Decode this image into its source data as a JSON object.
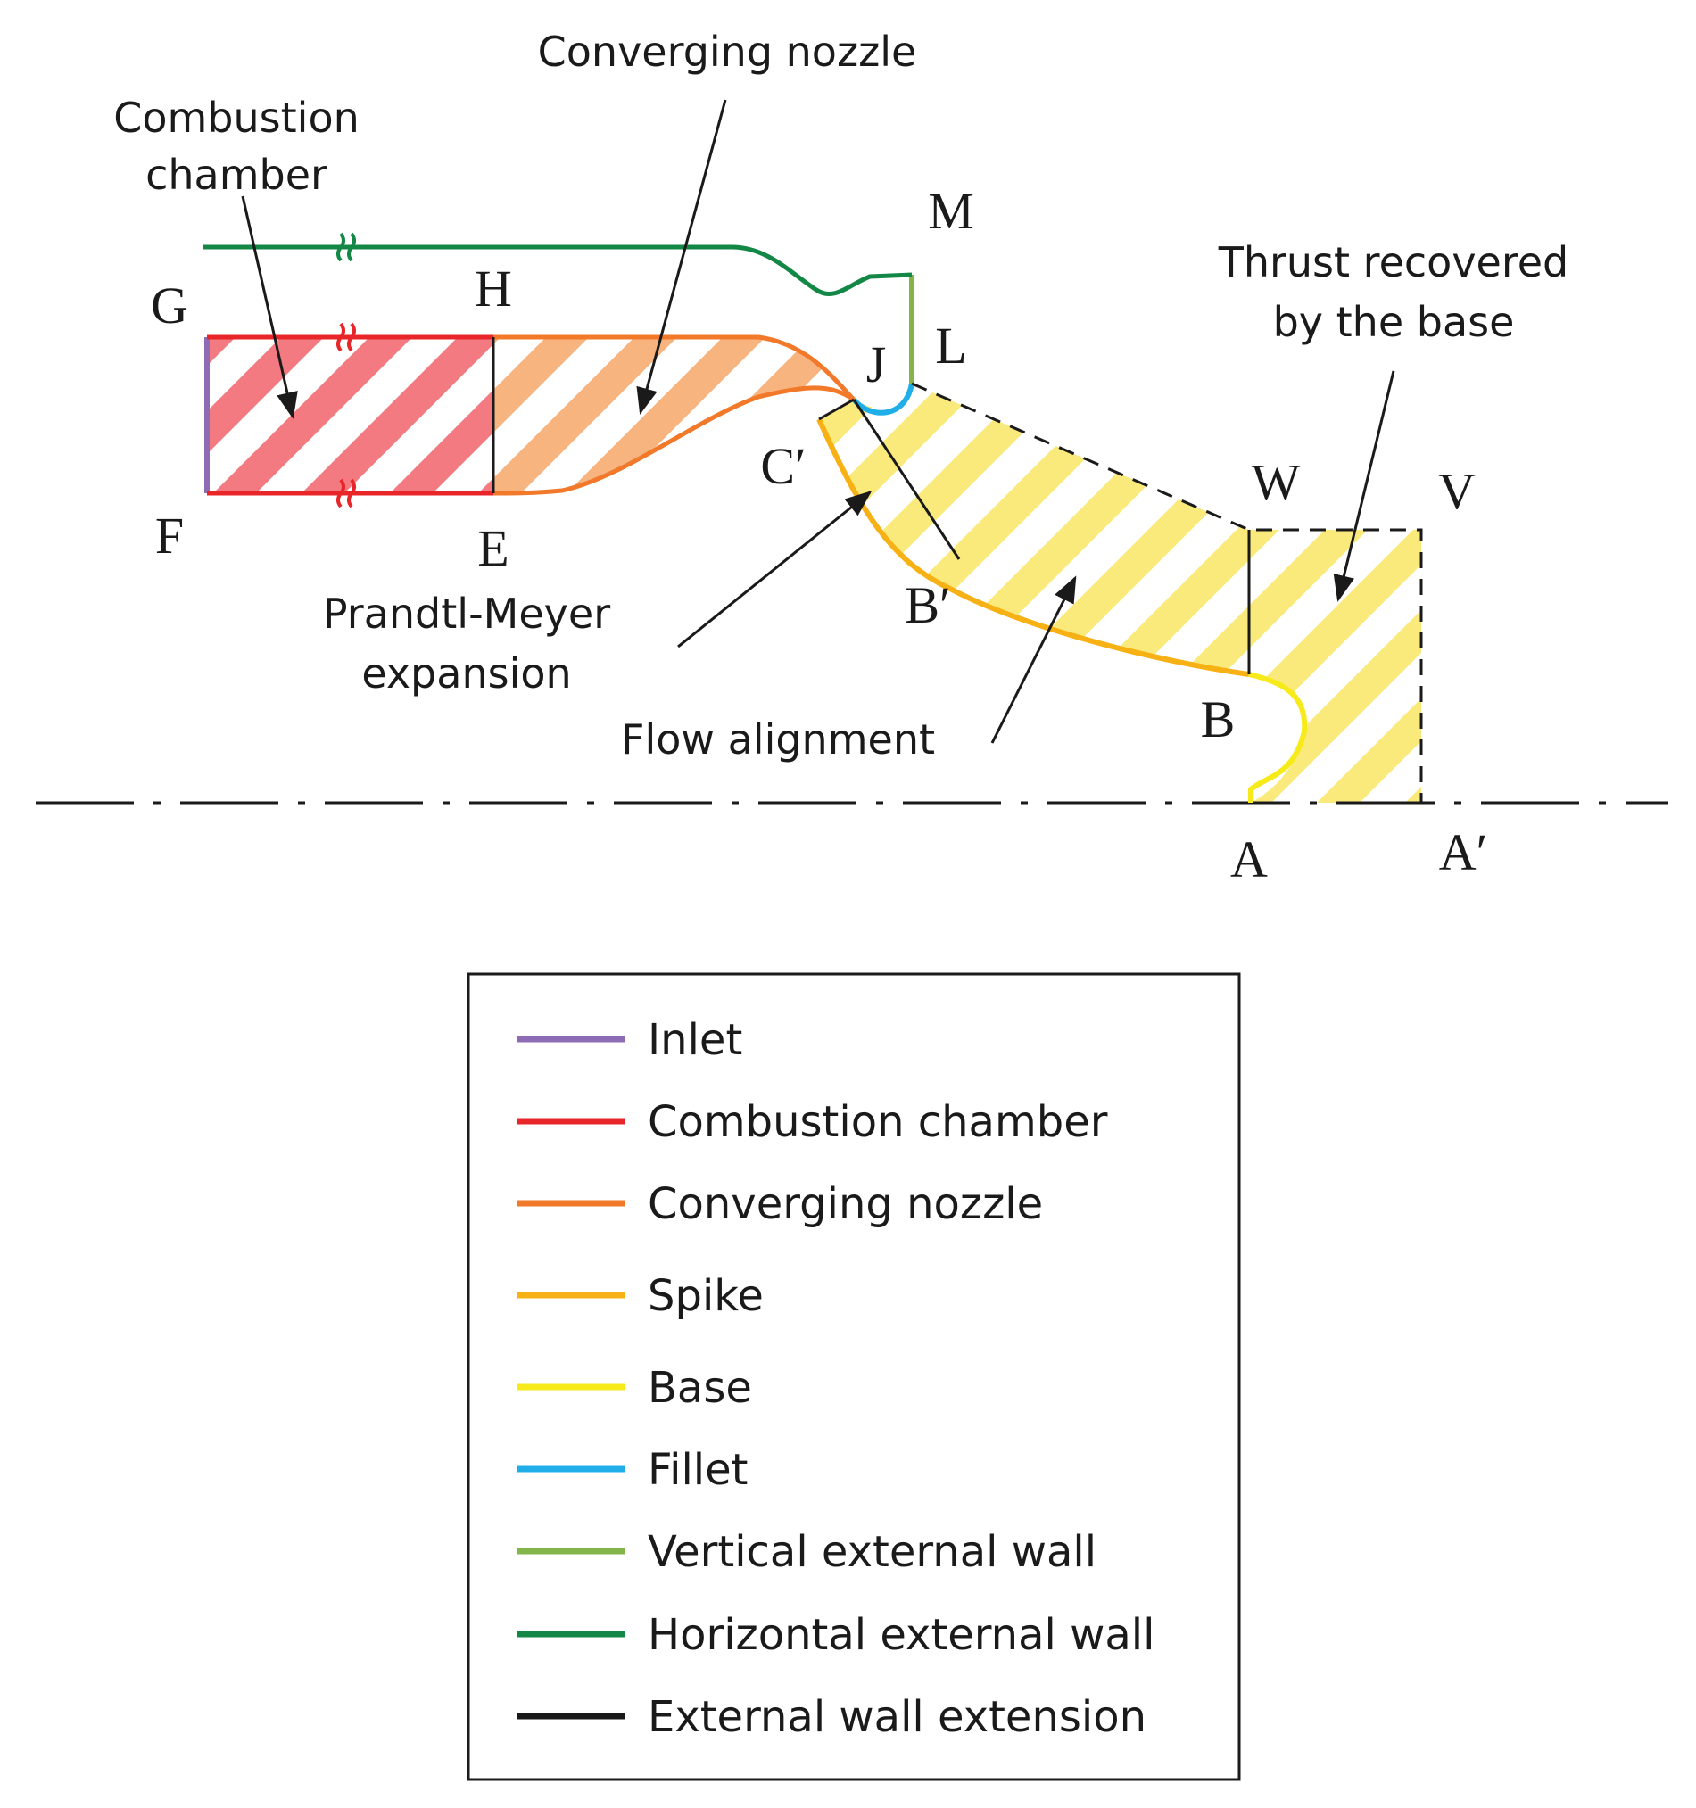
{
  "annotations": {
    "converging_nozzle": "Converging nozzle",
    "combustion_line1": "Combustion",
    "combustion_line2": "chamber",
    "thrust_line1": "Thrust recovered",
    "thrust_line2": "by the base",
    "prandtl_line1": "Prandtl-Meyer",
    "prandtl_line2": "expansion",
    "flow_alignment": "Flow alignment"
  },
  "points": {
    "G": "G",
    "H": "H",
    "M": "M",
    "J": "J",
    "L": "L",
    "C_prime": "C′",
    "W": "W",
    "V": "V",
    "F": "F",
    "E": "E",
    "B_prime": "B′",
    "B": "B",
    "A": "A",
    "A_prime": "A′"
  },
  "colors": {
    "inlet": "#8e6bb5",
    "combustion": "#e8262a",
    "converging": "#f2782a",
    "spike": "#f7b114",
    "base": "#f7ea1a",
    "fillet": "#20aee8",
    "vertical_wall": "#82b64a",
    "horizontal_wall": "#138746",
    "extension": "#1a1a1a",
    "hatch_red": "#f37a80",
    "hatch_orange": "#f7b47f",
    "hatch_yellow": "#faea7c"
  },
  "legend": {
    "items": [
      {
        "label": "Inlet",
        "color": "#8e6bb5"
      },
      {
        "label": "Combustion chamber",
        "color": "#e8262a"
      },
      {
        "label": "Converging nozzle",
        "color": "#f2782a"
      },
      {
        "label": "Spike",
        "color": "#f7b114"
      },
      {
        "label": "Base",
        "color": "#f7ea1a"
      },
      {
        "label": "Fillet",
        "color": "#20aee8"
      },
      {
        "label": "Vertical external wall",
        "color": "#82b64a"
      },
      {
        "label": "Horizontal external wall",
        "color": "#138746"
      },
      {
        "label": "External wall extension",
        "color": "#1a1a1a"
      }
    ]
  }
}
